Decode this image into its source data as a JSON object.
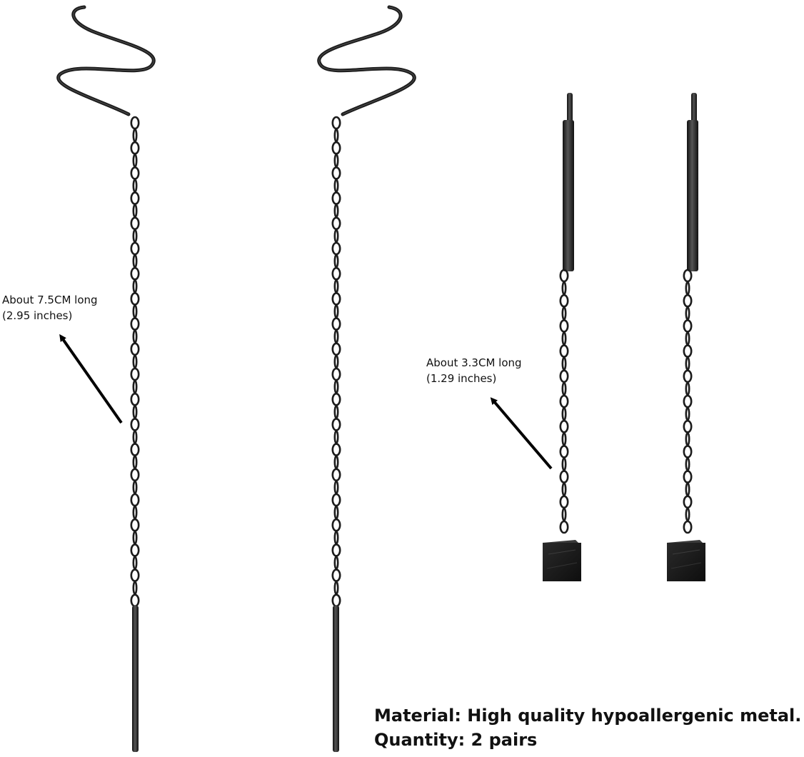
{
  "callouts": {
    "long_chain": {
      "line1": "About 7.5CM long",
      "line2": "(2.95 inches)"
    },
    "short_chain": {
      "line1": "About 3.3CM long",
      "line2": "(1.29 inches)"
    }
  },
  "specs": {
    "material": "Material: High quality hypoallergenic metal.",
    "quantity": "Quantity: 2 pairs"
  },
  "colors": {
    "metal": "#1c1c1c",
    "metal_highlight": "#5a5a5a",
    "background": "#ffffff",
    "text": "#111111"
  }
}
